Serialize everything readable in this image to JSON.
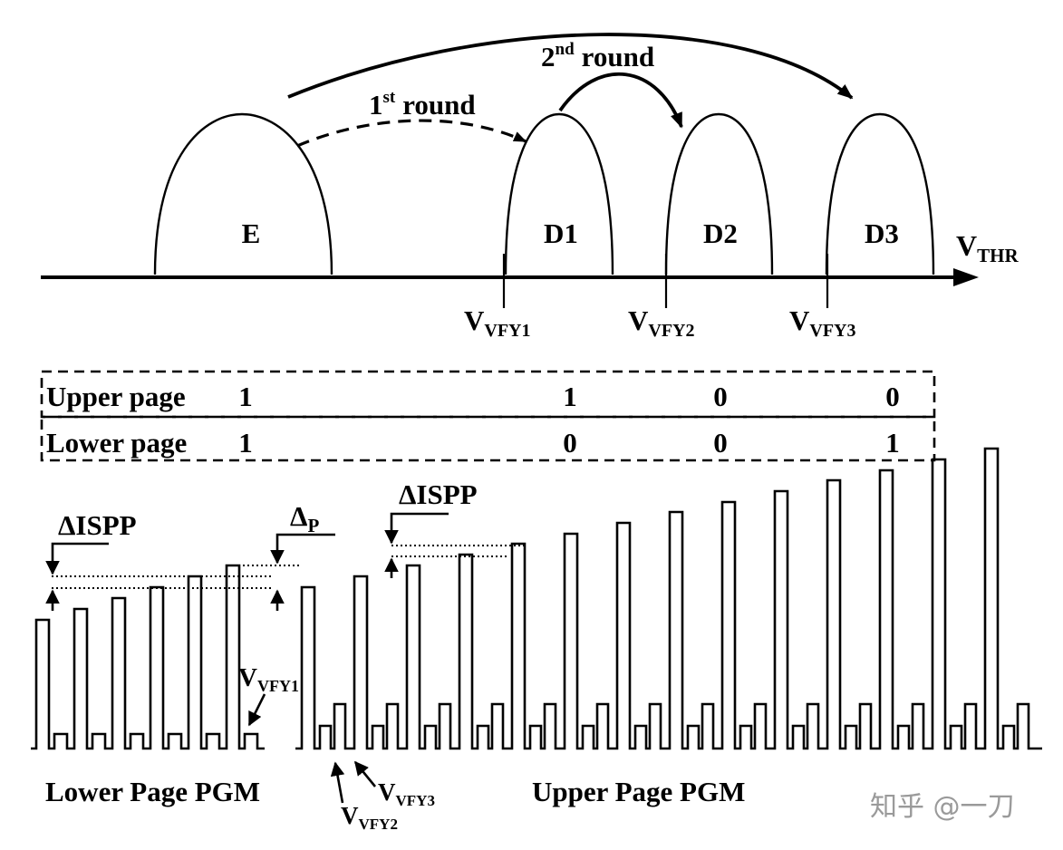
{
  "colors": {
    "ink": "#000000",
    "paper": "#ffffff",
    "watermark": "#9a9a9a"
  },
  "axis": {
    "label_main": "V",
    "label_sub": "THR"
  },
  "states": [
    "E",
    "D1",
    "D2",
    "D3"
  ],
  "verify": [
    {
      "main": "V",
      "sub": "VFY1"
    },
    {
      "main": "V",
      "sub": "VFY2"
    },
    {
      "main": "V",
      "sub": "VFY3"
    }
  ],
  "rounds": {
    "first": {
      "num": "1",
      "sup": "st",
      "word": "round"
    },
    "second": {
      "num": "2",
      "sup": "nd",
      "word": "round"
    }
  },
  "table": {
    "upper": {
      "label": "Upper page",
      "bits": [
        "1",
        "1",
        "0",
        "0"
      ]
    },
    "lower": {
      "label": "Lower page",
      "bits": [
        "1",
        "0",
        "0",
        "1"
      ]
    }
  },
  "pulses": {
    "ispp_left": "ΔISPP",
    "ispp_right": "ΔISPP",
    "delta_p_main": "Δ",
    "delta_p_sub": "P",
    "vfy1_main": "V",
    "vfy1_sub": "VFY1",
    "vfy2_main": "V",
    "vfy2_sub": "VFY2",
    "vfy3_main": "V",
    "vfy3_sub": "VFY3",
    "lower_pgm": "Lower Page PGM",
    "upper_pgm": "Upper Page PGM"
  },
  "watermark": "知乎 @一刀"
}
